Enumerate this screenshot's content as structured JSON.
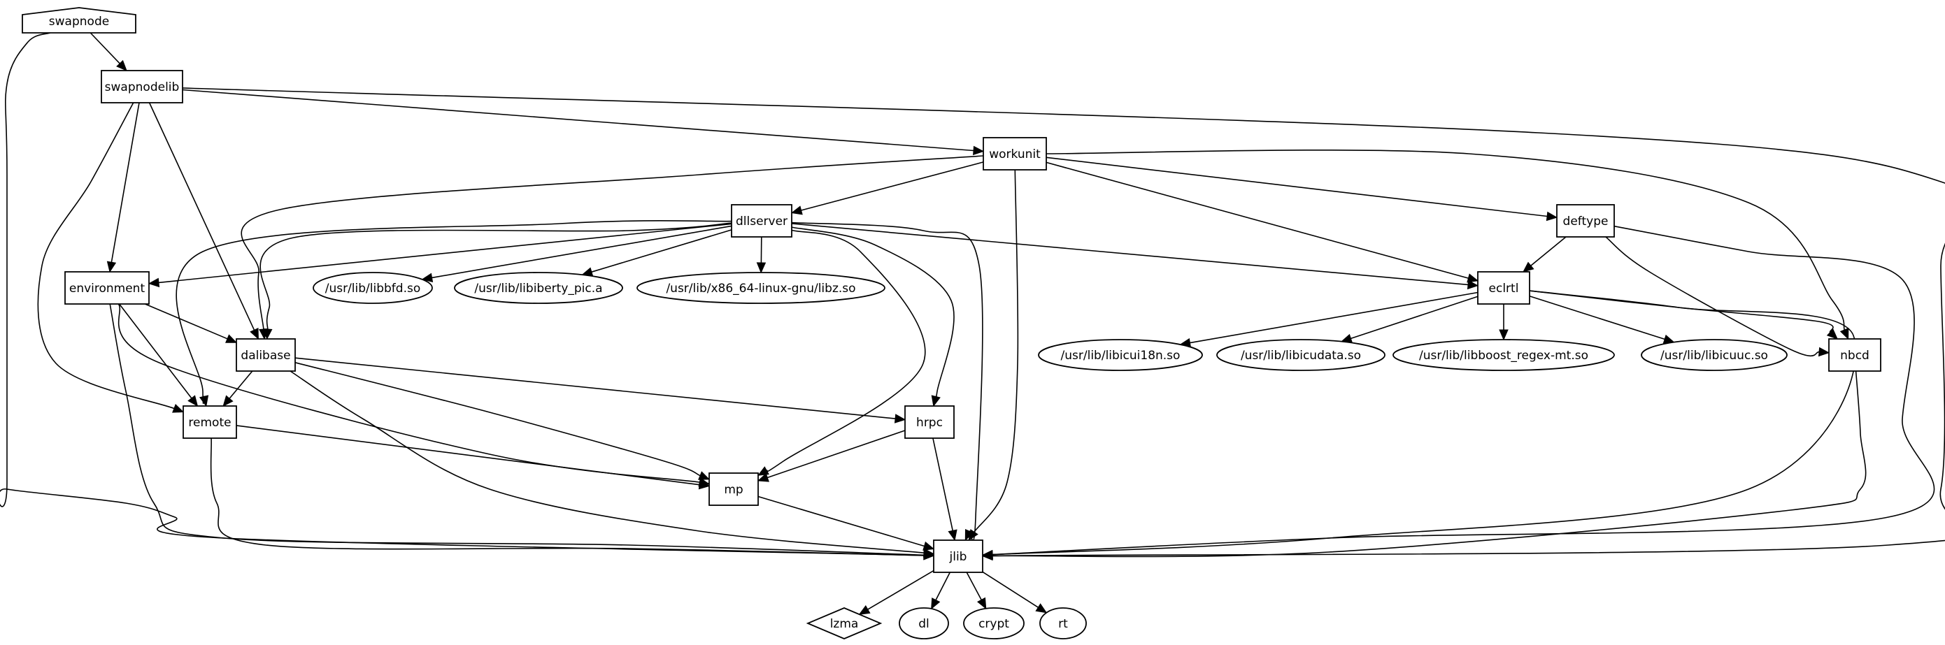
{
  "graph": {
    "type": "dependency-digraph",
    "colors": {
      "stroke": "#000000",
      "fill": "#ffffff",
      "text": "#000000"
    },
    "nodes": [
      {
        "id": "swapnode",
        "label": "swapnode",
        "shape": "house"
      },
      {
        "id": "swapnodelib",
        "label": "swapnodelib",
        "shape": "box"
      },
      {
        "id": "workunit",
        "label": "workunit",
        "shape": "box"
      },
      {
        "id": "dllserver",
        "label": "dllserver",
        "shape": "box"
      },
      {
        "id": "deftype",
        "label": "deftype",
        "shape": "box"
      },
      {
        "id": "environment",
        "label": "environment",
        "shape": "box"
      },
      {
        "id": "libbfd",
        "label": "/usr/lib/libbfd.so",
        "shape": "ellipse"
      },
      {
        "id": "libiberty",
        "label": "/usr/lib/libiberty_pic.a",
        "shape": "ellipse"
      },
      {
        "id": "libz",
        "label": "/usr/lib/x86_64-linux-gnu/libz.so",
        "shape": "ellipse"
      },
      {
        "id": "eclrtl",
        "label": "eclrtl",
        "shape": "box"
      },
      {
        "id": "dalibase",
        "label": "dalibase",
        "shape": "box"
      },
      {
        "id": "libicui18n",
        "label": "/usr/lib/libicui18n.so",
        "shape": "ellipse"
      },
      {
        "id": "libicudata",
        "label": "/usr/lib/libicudata.so",
        "shape": "ellipse"
      },
      {
        "id": "libboost",
        "label": "/usr/lib/libboost_regex-mt.so",
        "shape": "ellipse"
      },
      {
        "id": "libicuuc",
        "label": "/usr/lib/libicuuc.so",
        "shape": "ellipse"
      },
      {
        "id": "nbcd",
        "label": "nbcd",
        "shape": "box"
      },
      {
        "id": "remote",
        "label": "remote",
        "shape": "box"
      },
      {
        "id": "hrpc",
        "label": "hrpc",
        "shape": "box"
      },
      {
        "id": "mp",
        "label": "mp",
        "shape": "box"
      },
      {
        "id": "jlib",
        "label": "jlib",
        "shape": "box"
      },
      {
        "id": "lzma",
        "label": "lzma",
        "shape": "diamond"
      },
      {
        "id": "dl",
        "label": "dl",
        "shape": "ellipse"
      },
      {
        "id": "crypt",
        "label": "crypt",
        "shape": "ellipse"
      },
      {
        "id": "rt",
        "label": "rt",
        "shape": "ellipse"
      }
    ],
    "edges": [
      {
        "from": "swapnode",
        "to": "swapnodelib"
      },
      {
        "from": "swapnode",
        "to": "jlib"
      },
      {
        "from": "swapnodelib",
        "to": "workunit"
      },
      {
        "from": "swapnodelib",
        "to": "environment"
      },
      {
        "from": "swapnodelib",
        "to": "dalibase"
      },
      {
        "from": "swapnodelib",
        "to": "remote"
      },
      {
        "from": "swapnodelib",
        "to": "jlib"
      },
      {
        "from": "workunit",
        "to": "dllserver"
      },
      {
        "from": "workunit",
        "to": "deftype"
      },
      {
        "from": "workunit",
        "to": "eclrtl"
      },
      {
        "from": "workunit",
        "to": "nbcd"
      },
      {
        "from": "workunit",
        "to": "dalibase"
      },
      {
        "from": "workunit",
        "to": "jlib"
      },
      {
        "from": "dllserver",
        "to": "environment"
      },
      {
        "from": "dllserver",
        "to": "libbfd"
      },
      {
        "from": "dllserver",
        "to": "libiberty"
      },
      {
        "from": "dllserver",
        "to": "libz"
      },
      {
        "from": "dllserver",
        "to": "eclrtl"
      },
      {
        "from": "dllserver",
        "to": "dalibase"
      },
      {
        "from": "dllserver",
        "to": "remote"
      },
      {
        "from": "dllserver",
        "to": "hrpc"
      },
      {
        "from": "dllserver",
        "to": "mp"
      },
      {
        "from": "dllserver",
        "to": "jlib"
      },
      {
        "from": "deftype",
        "to": "eclrtl"
      },
      {
        "from": "deftype",
        "to": "nbcd"
      },
      {
        "from": "deftype",
        "to": "jlib"
      },
      {
        "from": "environment",
        "to": "dalibase"
      },
      {
        "from": "environment",
        "to": "remote"
      },
      {
        "from": "environment",
        "to": "mp"
      },
      {
        "from": "environment",
        "to": "jlib"
      },
      {
        "from": "eclrtl",
        "to": "libicui18n"
      },
      {
        "from": "eclrtl",
        "to": "libicudata"
      },
      {
        "from": "eclrtl",
        "to": "libboost"
      },
      {
        "from": "eclrtl",
        "to": "libicuuc"
      },
      {
        "from": "eclrtl",
        "to": "nbcd"
      },
      {
        "from": "eclrtl",
        "to": "jlib"
      },
      {
        "from": "dalibase",
        "to": "remote"
      },
      {
        "from": "dalibase",
        "to": "hrpc"
      },
      {
        "from": "dalibase",
        "to": "mp"
      },
      {
        "from": "dalibase",
        "to": "jlib"
      },
      {
        "from": "remote",
        "to": "mp"
      },
      {
        "from": "remote",
        "to": "jlib"
      },
      {
        "from": "hrpc",
        "to": "mp"
      },
      {
        "from": "hrpc",
        "to": "jlib"
      },
      {
        "from": "mp",
        "to": "jlib"
      },
      {
        "from": "nbcd",
        "to": "jlib"
      },
      {
        "from": "jlib",
        "to": "lzma"
      },
      {
        "from": "jlib",
        "to": "dl"
      },
      {
        "from": "jlib",
        "to": "crypt"
      },
      {
        "from": "jlib",
        "to": "rt"
      }
    ]
  }
}
